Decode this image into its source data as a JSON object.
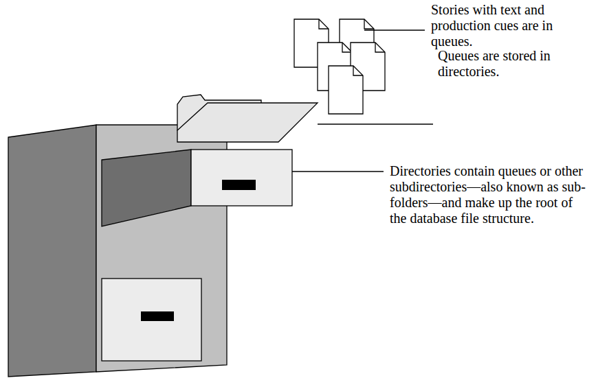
{
  "diagram": {
    "labels": [
      "Stories with text and production cues are in queues.",
      "Queues are stored in directories.",
      "Directories contain queues or other subdirectories—also known as sub-folders—and make up the root of the database file structure."
    ]
  }
}
